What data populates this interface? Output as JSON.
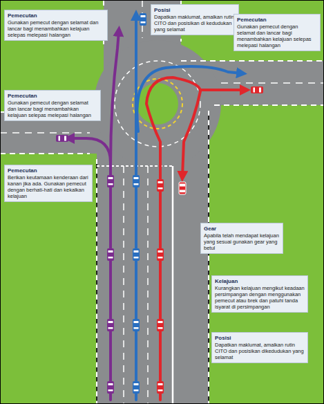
{
  "diagram": {
    "nodes": [
      {
        "text": [
          "Pemecutan",
          "Gunakan pemecut dengan selamat dan lancar bagi menambahkan kelajuan selepas melepasi halangan"
        ]
      },
      {
        "text": [
          "Posisi",
          "Dapatkan maklumat, amalkan rutin CITO dan posisikan di kedudukan yang selamat"
        ]
      },
      {
        "text": [
          "Pemecutan",
          "Gunakan pemecut dengan selamat dan lancar bagi menambahkan kelajuan selepas melepasi halangan"
        ]
      },
      {
        "text": [
          "Pemecutan",
          "Gunakan pemecut dengan selamat dan lancar bagi menambahkan kelajuan selepas melepasi halangan"
        ]
      },
      {
        "text": [
          "Pemecutan",
          "Berikan keutamaan kenderaan dari kanan jika ada. Gunakan pemecut dengan berhati-hati dan kekalkan kelajuan"
        ]
      },
      {
        "text": [
          "Gear",
          "Apabila telah mendapat kelajuan yang sesuai gunakan gear yang betul"
        ]
      },
      {
        "text": [
          "Kelajuan",
          "Kurangkan kelajuan mengikut keadaan persimpangan dengan menggunakan pemecut atau brek dan patuhi tanda isyarat di persimpangan"
        ]
      },
      {
        "text": [
          "Posisi",
          "Dapatkan maklumat, amalkan rutin CITO dan posisikan dikedudukan yang selamat"
        ]
      }
    ],
    "edges": []
  }
}
